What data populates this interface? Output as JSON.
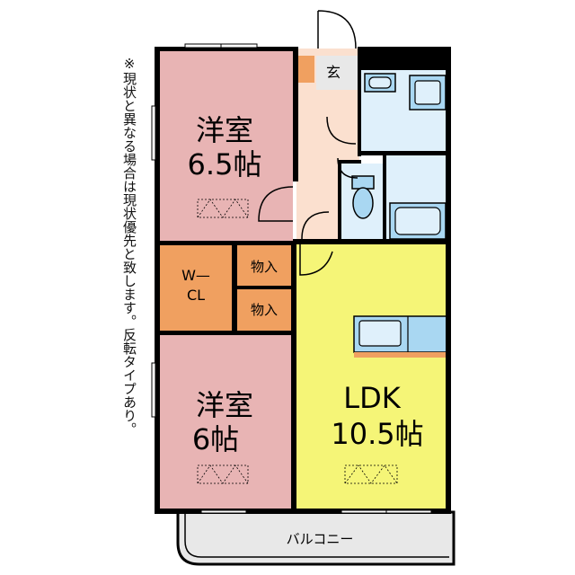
{
  "note": "※現状と異なる場合は現状優先と致します。反転タイプあり。",
  "rooms": {
    "western1": {
      "name": "洋室",
      "size": "6.5帖"
    },
    "western2": {
      "name": "洋室",
      "size": "6帖"
    },
    "ldk": {
      "name": "LDK",
      "size": "10.5帖"
    },
    "wcl": {
      "line1": "W—",
      "line2": "CL"
    },
    "storage1": "物入",
    "storage2": "物入",
    "entrance": "玄",
    "balcony": "バルコニー"
  },
  "colors": {
    "western": "#e8b4b4",
    "ldk": "#f5f577",
    "closet": "#f0a060",
    "entrance_floor": "#fbe0cf",
    "wet_area": "#dff0fb",
    "fixture": "#a9d7f2",
    "balcony": "#e8e8e8",
    "wall": "#000000"
  }
}
